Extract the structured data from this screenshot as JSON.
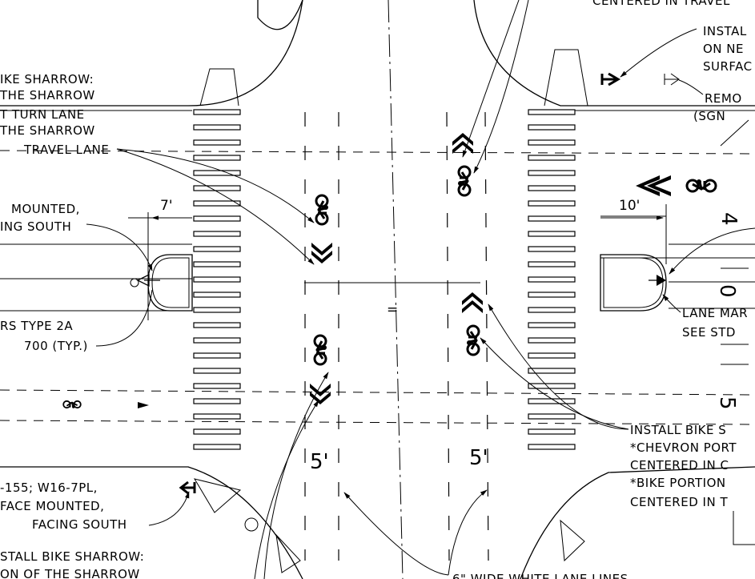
{
  "callouts": {
    "top_center": "CENTERED IN TRAVEL",
    "install_on_new_1": "INSTAL",
    "install_on_new_2": "ON NE",
    "install_on_new_3": "SURFAC",
    "remove_1": "REMO",
    "remove_2": "(SGN",
    "left_sharrow_1": "IKE SHARROW:",
    "left_sharrow_2": "THE SHARROW",
    "left_sharrow_3": "T TURN LANE",
    "left_sharrow_4": "THE SHARROW",
    "left_sharrow_5": "TRAVEL LANE",
    "left_mounted_1": "MOUNTED,",
    "left_mounted_2": "ING SOUTH",
    "type2a_1": "RS TYPE 2A",
    "type2a_2": "700 (TYP.)",
    "lane_mark_1": "LANE MAR",
    "lane_mark_2": "SEE STD",
    "install_bike_1": "INSTALL BIKE S",
    "install_bike_2": "*CHEVRON PORT",
    "install_bike_3": "CENTERED IN C",
    "install_bike_4": "*BIKE PORTION",
    "install_bike_5": "CENTERED IN T",
    "sign_1": "-155; W16-7PL,",
    "sign_2": "FACE MOUNTED,",
    "sign_3": "FACING SOUTH",
    "bottom_left_1": "STALL BIKE SHARROW:",
    "bottom_left_2": "ON OF THE SHARROW",
    "bottom_center": "6\" WIDE WHITE LANE LINES"
  },
  "dimensions": {
    "left_island": "7'",
    "right_island": "10'",
    "lane_left": "5'",
    "lane_right": "5'"
  },
  "station_digits": [
    "4",
    "0",
    "5"
  ],
  "equals_mark": "="
}
